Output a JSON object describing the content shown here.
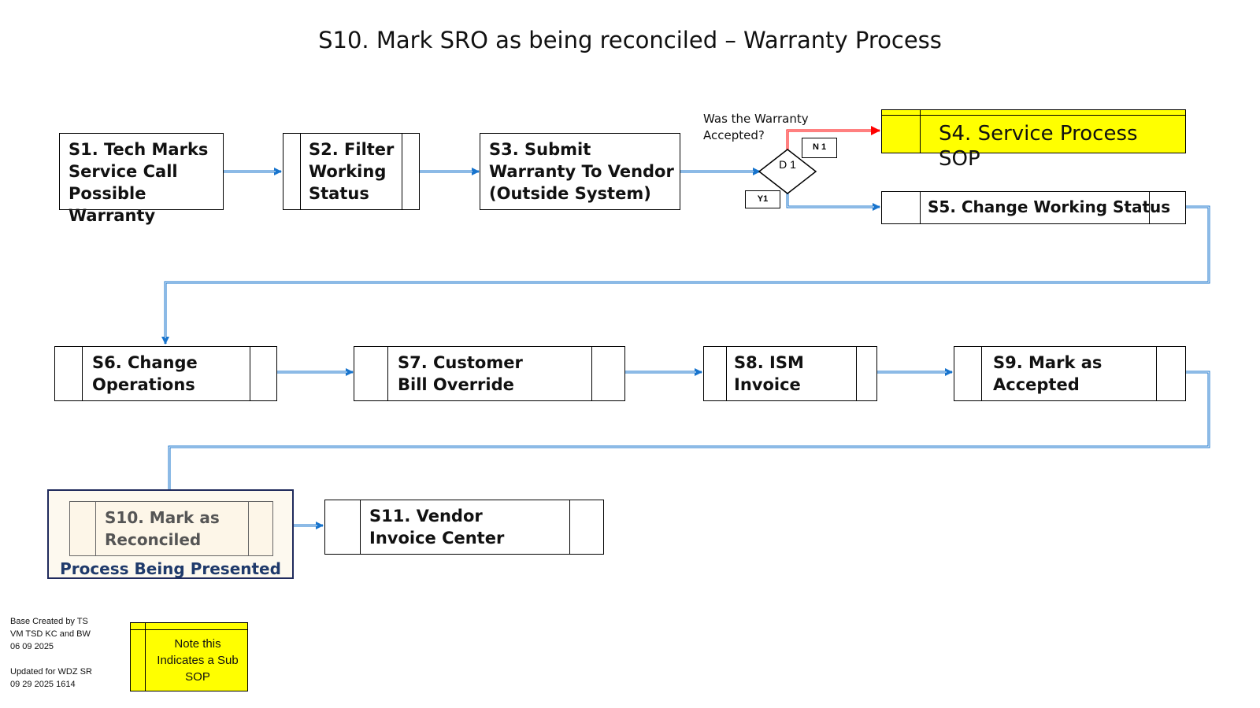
{
  "title": "S10. Mark SRO as being reconciled – Warranty Process",
  "steps": {
    "s1": "S1. Tech Marks Service Call Possible Warranty",
    "s2": "S2. Filter Working Status",
    "s3": "S3. Submit Warranty To Vendor (Outside System)",
    "s4": "S4. Service Process SOP",
    "s5": "S5. Change Working Status",
    "s6": "S6. Change Operations",
    "s7": "S7. Customer Bill Override",
    "s8": "S8. ISM Invoice",
    "s9": "S9. Mark as Accepted",
    "s10": "S10. Mark as Reconciled",
    "s11": "S11. Vendor Invoice Center"
  },
  "decision": {
    "question": "Was the Warranty Accepted?",
    "label": "D 1",
    "no_tag": "N 1",
    "yes_tag": "Y1"
  },
  "presented_caption": "Process Being Presented",
  "credits": "Base Created by TS VM TSD KC and BW 06 09 2025\n\nUpdated for WDZ SR 09 29 2025 1614",
  "note": "Note this Indicates a Sub SOP",
  "colors": {
    "connector": "#1874cd",
    "no_branch": "#ff0000",
    "sub_sop": "#ffff00",
    "presented_border": "#1f2a5c"
  }
}
